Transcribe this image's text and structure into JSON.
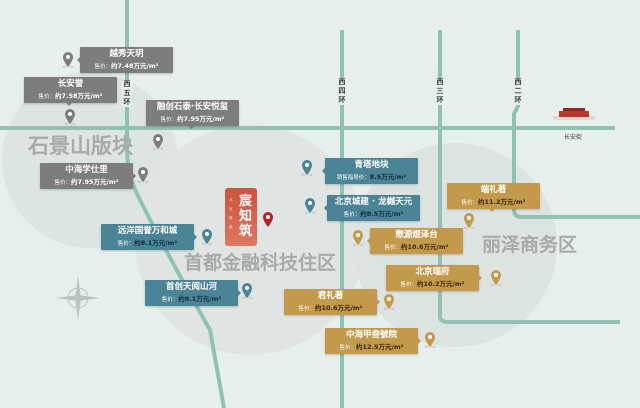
{
  "districts": {
    "shijingshan": "石景山版块",
    "finance": "首都金融科技住区",
    "lize": "丽泽商务区"
  },
  "rings": {
    "w5": "西五环",
    "w4": "西四环",
    "w3": "西三环",
    "w2": "西二环"
  },
  "landmark": {
    "label": "长安街"
  },
  "featured": {
    "name": "宸知筑",
    "sub": "北京城建"
  },
  "price_prefix": "售价：",
  "projects": [
    {
      "name": "越秀天玥",
      "price": "约7.48万元/m²"
    },
    {
      "name": "长安誉",
      "price": "约7.58万元/m²"
    },
    {
      "name": "融创石泰·长安悦玺",
      "price": "约7.95万元/m²"
    },
    {
      "name": "中海学仕里",
      "price": "约7.95万元/m²"
    },
    {
      "name": "青塔地块",
      "prefix": "销售指导价：",
      "price": "8.5万元/m²"
    },
    {
      "name": "北京城建 · 龙樾天元",
      "price": "约8.5万元/m²"
    },
    {
      "name": "端礼著",
      "price": "约11.2万元/m²"
    },
    {
      "name": "懋源煜泽台",
      "price": "约10.6万元/m²"
    },
    {
      "name": "远洋国誉万和城",
      "price": "约8.1万元/m²"
    },
    {
      "name": "北京瑞府",
      "price": "约10.2万元/m²"
    },
    {
      "name": "首创天阅山河",
      "price": "约8.1万元/m²"
    },
    {
      "name": "君礼著",
      "price": "约10.6万元/m²"
    },
    {
      "name": "中海甲叁號院",
      "price": "约12.5万元/m²"
    }
  ],
  "colors": {
    "grey": "#7d7d7d",
    "blue": "#4b8397",
    "gold": "#c39a4c",
    "road": "#8fc2b5",
    "featured": "#c9543f"
  }
}
